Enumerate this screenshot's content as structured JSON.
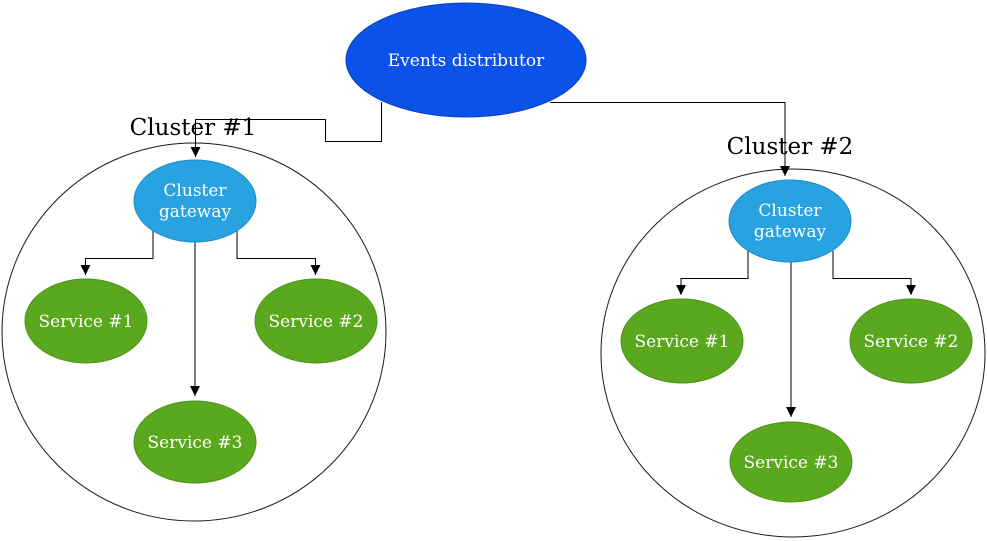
{
  "diagram": {
    "distributor": {
      "label": "Events distributor"
    },
    "cluster1": {
      "title": "Cluster #1",
      "gateway": {
        "line1": "Cluster",
        "line2": "gateway"
      },
      "services": {
        "s1": "Service #1",
        "s2": "Service #2",
        "s3": "Service #3"
      }
    },
    "cluster2": {
      "title": "Cluster #2",
      "gateway": {
        "line1": "Cluster",
        "line2": "gateway"
      },
      "services": {
        "s1": "Service #1",
        "s2": "Service #2",
        "s3": "Service #3"
      }
    }
  },
  "colors": {
    "distributor_fill": "#0a52e8",
    "gateway_fill": "#28a2e0",
    "service_fill": "#5aa81e",
    "edge": "#000000",
    "boundary_stroke": "#1a1a1a",
    "node_text": "#ffffff",
    "title_text": "#000000",
    "background": "#ffffff"
  }
}
